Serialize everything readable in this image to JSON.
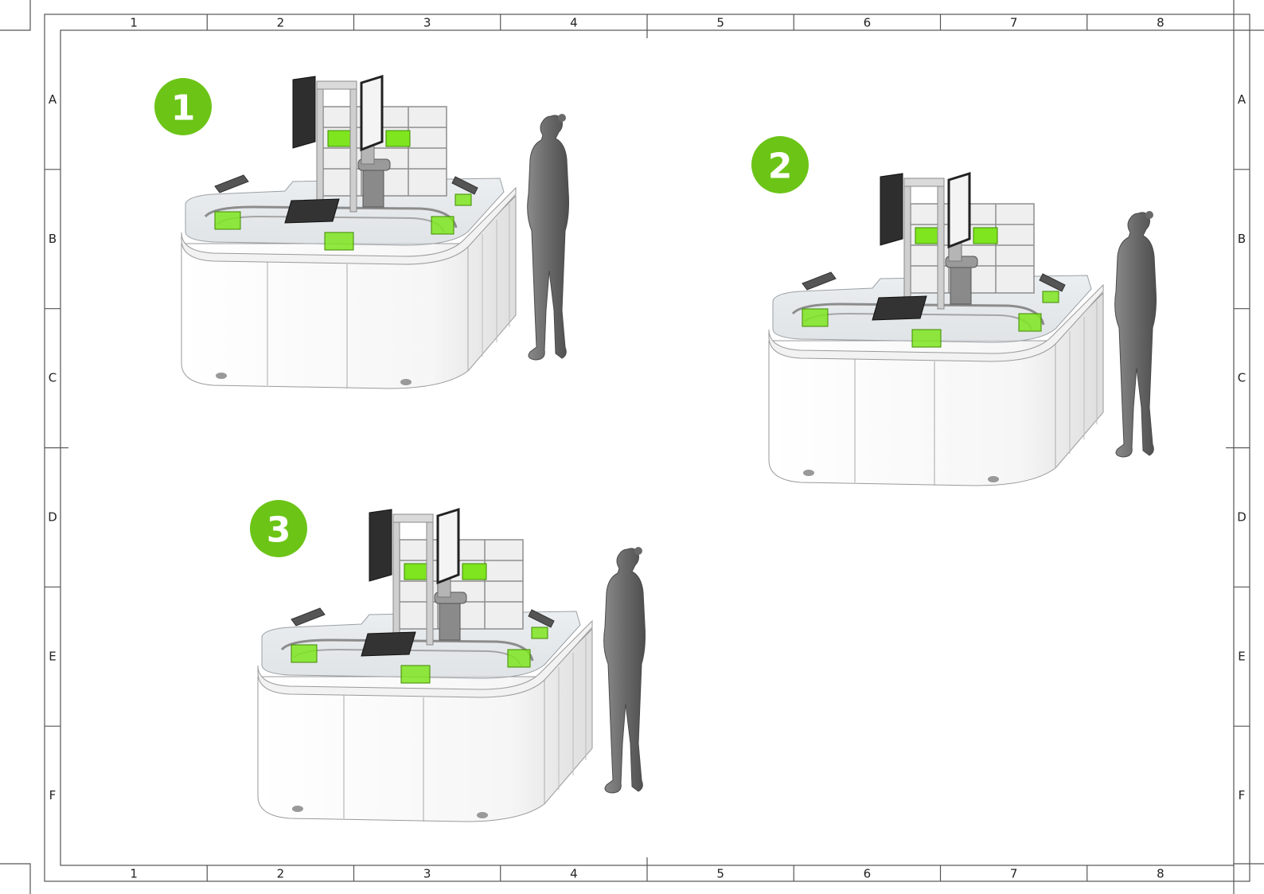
{
  "frame": {
    "columns": [
      "1",
      "2",
      "3",
      "4",
      "5",
      "6",
      "7",
      "8"
    ],
    "rows": [
      "A",
      "B",
      "C",
      "D",
      "E",
      "F"
    ],
    "line_color": "#555555"
  },
  "variants": [
    {
      "label": "1"
    },
    {
      "label": "2"
    },
    {
      "label": "3"
    }
  ],
  "colors": {
    "badge_green": "#6cc417",
    "box_green": "#7ee51e",
    "figure_gray": "#6f6f6f",
    "monitor_dark": "#2e2e2e",
    "cabinet_white": "#ffffff",
    "line_gray": "#8a8a8a"
  }
}
